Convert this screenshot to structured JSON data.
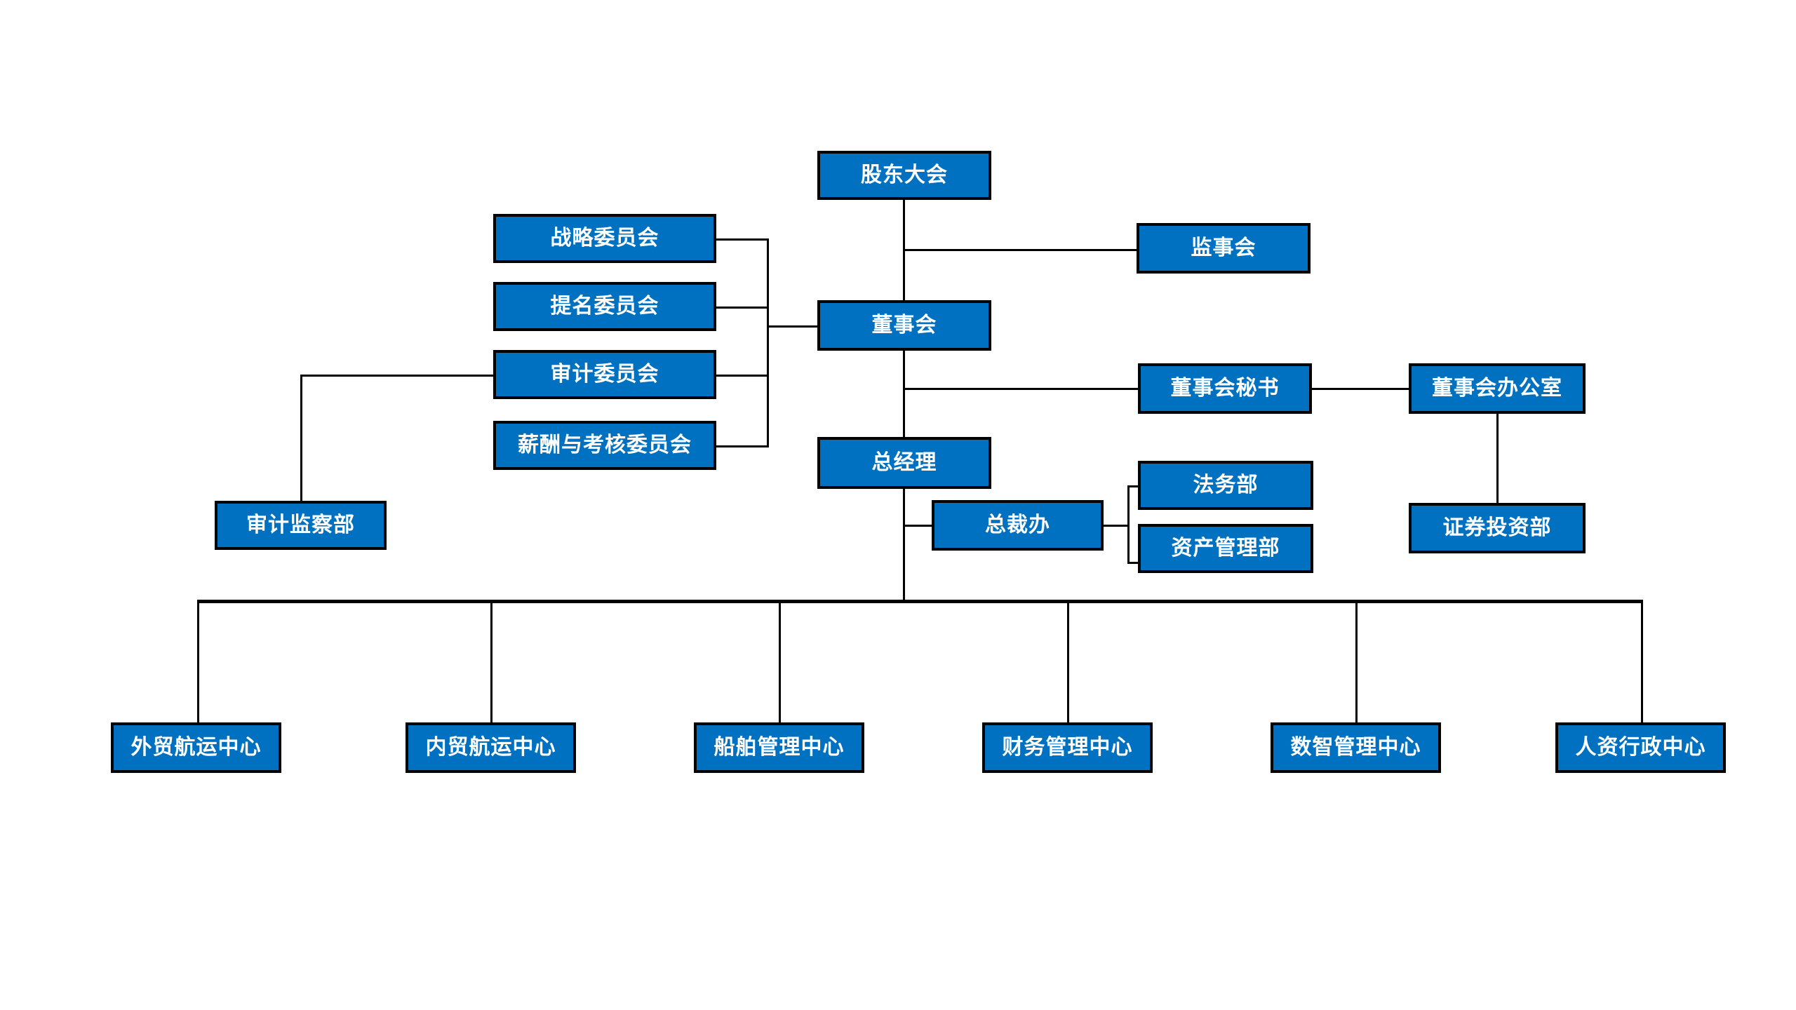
{
  "chart_data": {
    "type": "diagram",
    "subtype": "organization-chart",
    "title": "",
    "accent_color": "#0070c0",
    "border_color": "#000000",
    "text_color": "#ffffff",
    "background": "#ffffff",
    "nodes": [
      {
        "id": "shareholders",
        "label": "股东大会",
        "level": 0
      },
      {
        "id": "supervisory-board",
        "label": "监事会",
        "level": 1
      },
      {
        "id": "board",
        "label": "董事会",
        "level": 1
      },
      {
        "id": "strategy-cmte",
        "label": "战略委员会",
        "level": 2
      },
      {
        "id": "nomination-cmte",
        "label": "提名委员会",
        "level": 2
      },
      {
        "id": "audit-cmte",
        "label": "审计委员会",
        "level": 2
      },
      {
        "id": "comp-assess-cmte",
        "label": "薪酬与考核委员会",
        "level": 2
      },
      {
        "id": "audit-dept",
        "label": "审计监察部",
        "level": 3
      },
      {
        "id": "board-secretary",
        "label": "董事会秘书",
        "level": 2
      },
      {
        "id": "board-office",
        "label": "董事会办公室",
        "level": 3
      },
      {
        "id": "securities-dept",
        "label": "证券投资部",
        "level": 4
      },
      {
        "id": "general-manager",
        "label": "总经理",
        "level": 2
      },
      {
        "id": "president-office",
        "label": "总裁办",
        "level": 3
      },
      {
        "id": "legal-dept",
        "label": "法务部",
        "level": 4
      },
      {
        "id": "asset-mgmt-dept",
        "label": "资产管理部",
        "level": 4
      },
      {
        "id": "foreign-trade",
        "label": "外贸航运中心",
        "level": 3
      },
      {
        "id": "domestic-trade",
        "label": "内贸航运中心",
        "level": 3
      },
      {
        "id": "ship-mgmt",
        "label": "船舶管理中心",
        "level": 3
      },
      {
        "id": "finance-mgmt",
        "label": "财务管理中心",
        "level": 3
      },
      {
        "id": "digital-mgmt",
        "label": "数智管理中心",
        "level": 3
      },
      {
        "id": "hr-admin",
        "label": "人资行政中心",
        "level": 3
      }
    ],
    "edges": [
      {
        "from": "shareholders",
        "to": "board"
      },
      {
        "from": "shareholders",
        "to": "supervisory-board"
      },
      {
        "from": "board",
        "to": "strategy-cmte"
      },
      {
        "from": "board",
        "to": "nomination-cmte"
      },
      {
        "from": "board",
        "to": "audit-cmte"
      },
      {
        "from": "board",
        "to": "comp-assess-cmte"
      },
      {
        "from": "audit-cmte",
        "to": "audit-dept"
      },
      {
        "from": "board",
        "to": "board-secretary"
      },
      {
        "from": "board-secretary",
        "to": "board-office"
      },
      {
        "from": "board-office",
        "to": "securities-dept"
      },
      {
        "from": "board",
        "to": "general-manager"
      },
      {
        "from": "general-manager",
        "to": "president-office"
      },
      {
        "from": "president-office",
        "to": "legal-dept"
      },
      {
        "from": "president-office",
        "to": "asset-mgmt-dept"
      },
      {
        "from": "general-manager",
        "to": "foreign-trade"
      },
      {
        "from": "general-manager",
        "to": "domestic-trade"
      },
      {
        "from": "general-manager",
        "to": "ship-mgmt"
      },
      {
        "from": "general-manager",
        "to": "finance-mgmt"
      },
      {
        "from": "general-manager",
        "to": "digital-mgmt"
      },
      {
        "from": "general-manager",
        "to": "hr-admin"
      }
    ]
  },
  "nodes": {
    "shareholders": {
      "label": "股东大会"
    },
    "supervisory_board": {
      "label": "监事会"
    },
    "board": {
      "label": "董事会"
    },
    "strategy_cmte": {
      "label": "战略委员会"
    },
    "nomination_cmte": {
      "label": "提名委员会"
    },
    "audit_cmte": {
      "label": "审计委员会"
    },
    "comp_assess_cmte": {
      "label": "薪酬与考核委员会"
    },
    "audit_dept": {
      "label": "审计监察部"
    },
    "board_secretary": {
      "label": "董事会秘书"
    },
    "board_office": {
      "label": "董事会办公室"
    },
    "securities_dept": {
      "label": "证券投资部"
    },
    "general_manager": {
      "label": "总经理"
    },
    "president_office": {
      "label": "总裁办"
    },
    "legal_dept": {
      "label": "法务部"
    },
    "asset_mgmt_dept": {
      "label": "资产管理部"
    },
    "foreign_trade": {
      "label": "外贸航运中心"
    },
    "domestic_trade": {
      "label": "内贸航运中心"
    },
    "ship_mgmt": {
      "label": "船舶管理中心"
    },
    "finance_mgmt": {
      "label": "财务管理中心"
    },
    "digital_mgmt": {
      "label": "数智管理中心"
    },
    "hr_admin": {
      "label": "人资行政中心"
    }
  }
}
